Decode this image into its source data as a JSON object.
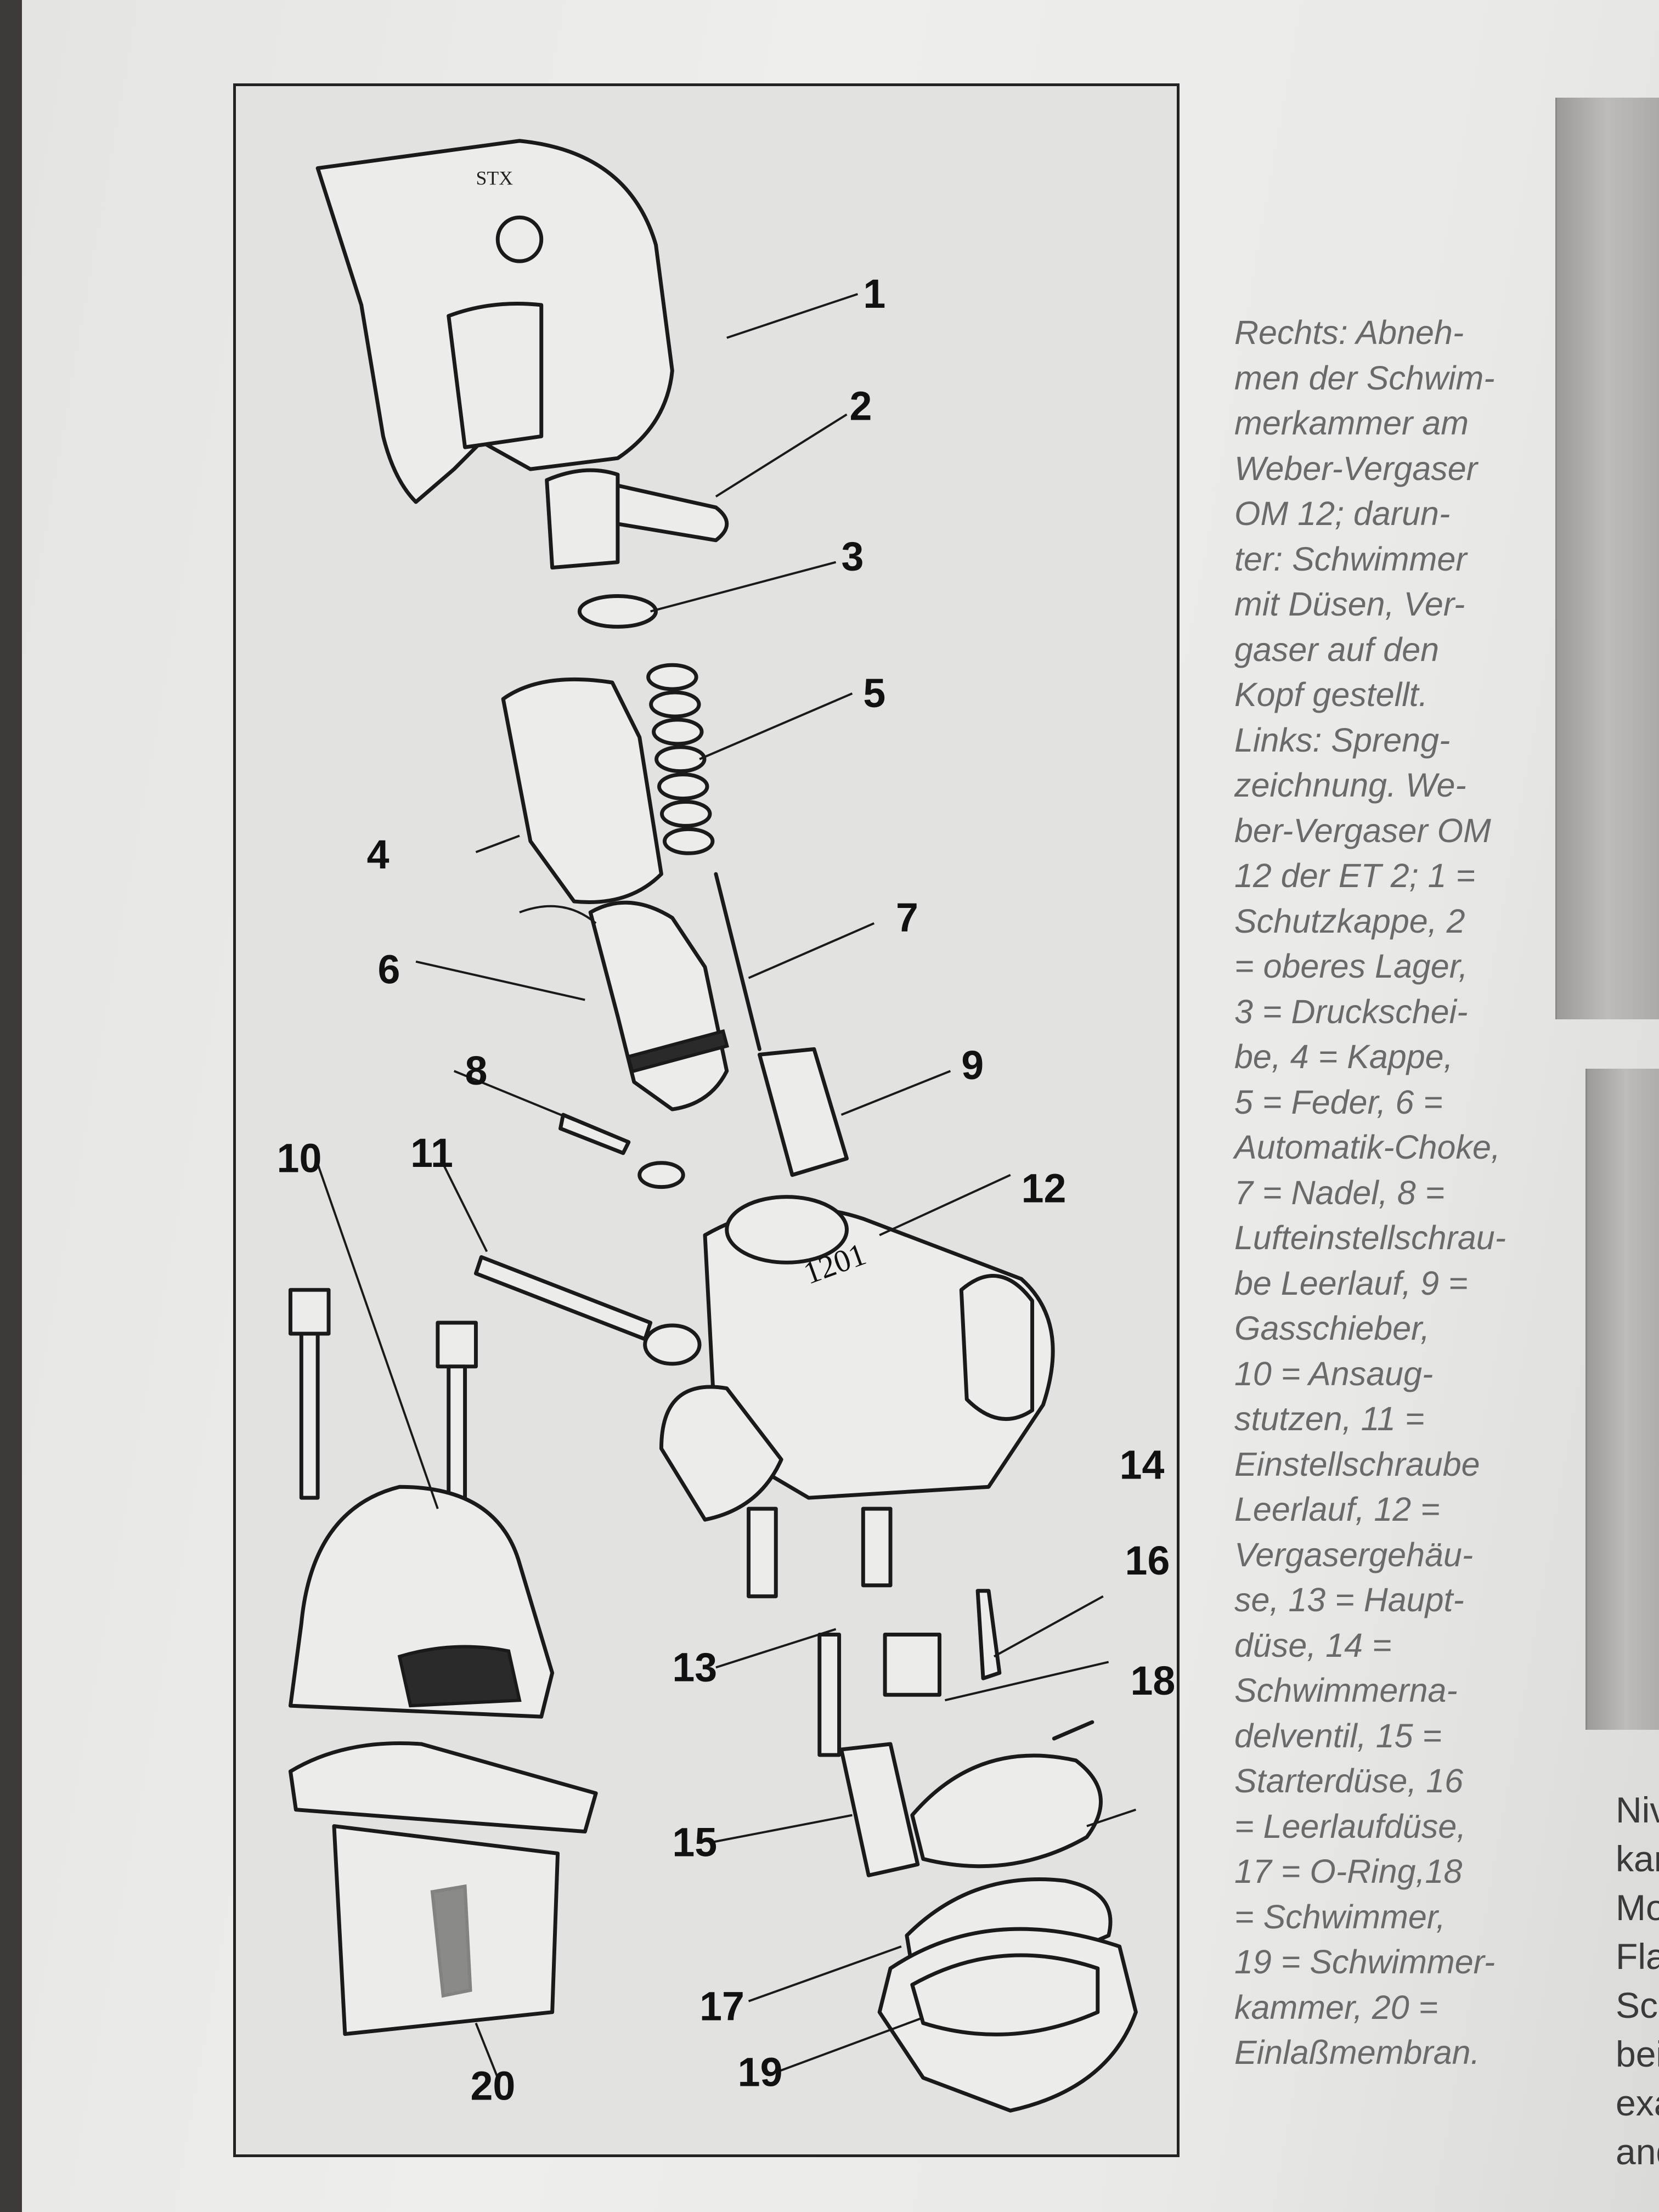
{
  "diagram": {
    "handwritten_top": "STX",
    "handwritten_body": "1201",
    "labels": [
      "1",
      "2",
      "3",
      "4",
      "5",
      "6",
      "7",
      "8",
      "9",
      "10",
      "11",
      "12",
      "13",
      "14",
      "15",
      "16",
      "17",
      "18",
      "19",
      "20"
    ]
  },
  "caption_lines": [
    "Rechts: Abneh-",
    "men der Schwim-",
    "merkammer am",
    "Weber-Vergaser",
    "OM 12; darun-",
    "ter: Schwimmer",
    "mit Düsen, Ver-",
    "gaser auf den",
    "Kopf gestellt.",
    "Links: Spreng-",
    "zeichnung. We-",
    "ber-Vergaser OM",
    "12 der ET 2; 1 =",
    "Schutzkappe, 2",
    "= oberes Lager,",
    "3 = Druckschei-",
    "be, 4 = Kappe,",
    "5 = Feder, 6 =",
    "Automatik-Choke,",
    "7 = Nadel, 8 =",
    "Lufteinstellschrau-",
    "be Leerlauf, 9 =",
    "Gasschieber,",
    "10 = Ansaug-",
    "stutzen, 11 =",
    "Einstellschraube",
    "Leerlauf, 12 =",
    "Vergasergehäu-",
    "se, 13 = Haupt-",
    "düse, 14 =",
    "Schwimmerna-",
    "delventil, 15 =",
    "Starterdüse, 16",
    "= Leerlaufdüse,",
    "17 = O-Ring,18",
    "= Schwimmer,",
    "19 = Schwimmer-",
    "kammer, 20 =",
    "Einlaßmembran."
  ],
  "side_text_lines": [
    "Nive",
    "kam",
    "Mot",
    "Flar",
    "Sch",
    "bein",
    "exa",
    "and"
  ]
}
